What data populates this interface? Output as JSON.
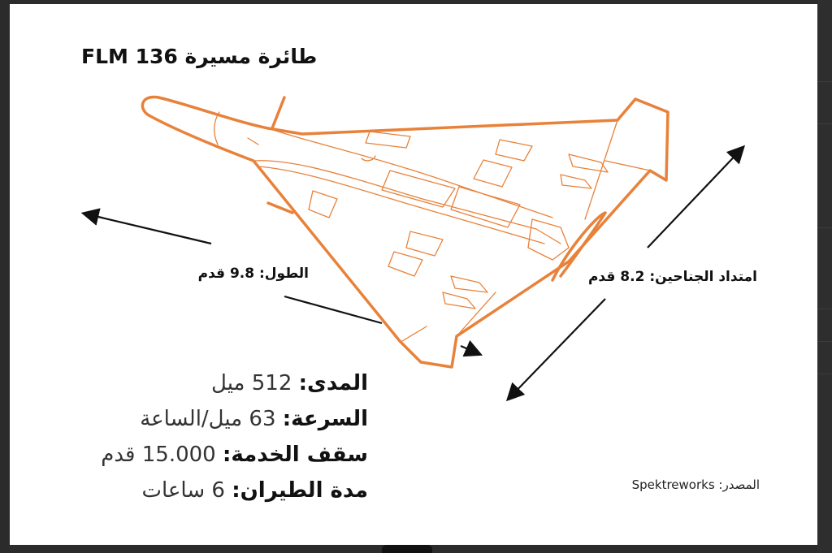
{
  "title": "طائرة مسيرة FLM 136",
  "dimensions": {
    "length_label": "الطول: 9.8 قدم",
    "wingspan_label": "امتداد الجناحين: 8.2 قدم"
  },
  "stats": [
    {
      "label": "المدى:",
      "value": "512 ميل"
    },
    {
      "label": "السرعة:",
      "value": "63 ميل/الساعة"
    },
    {
      "label": "سقف الخدمة:",
      "value": "15.000 قدم"
    },
    {
      "label": "مدة الطيران:",
      "value": "6 ساعات"
    }
  ],
  "source": "المصدر: Spektreworks",
  "colors": {
    "drone_outline": "#e8823a",
    "background": "#2b2b2b",
    "card": "#ffffff"
  },
  "icons": [
    "drone-illustration",
    "arrow-icon"
  ]
}
